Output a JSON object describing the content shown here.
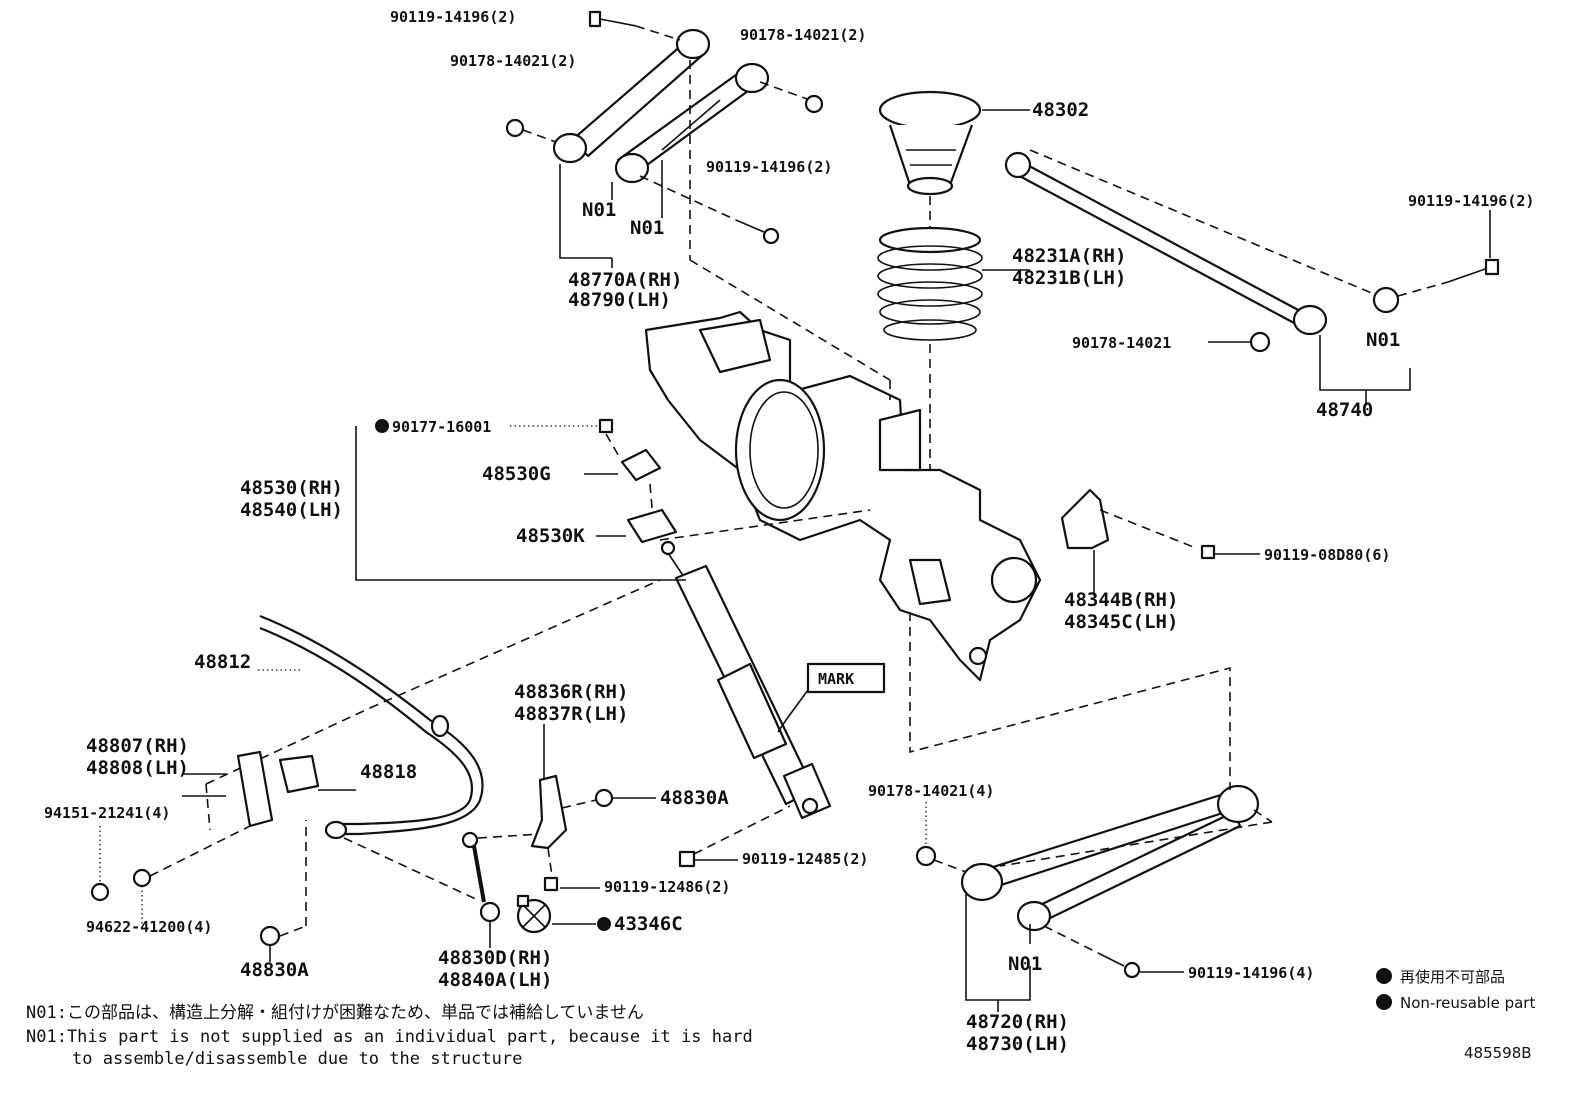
{
  "labels": {
    "bolt_top": "90119-14196(2)",
    "nut_top_right": "90178-14021(2)",
    "nut_top_left": "90178-14021(2)",
    "bolt_mid_upper": "90119-14196(2)",
    "n01_a": "N01",
    "n01_b": "N01",
    "arm_upper_rh": "48770A(RH)",
    "arm_upper_lh": "48790(LH)",
    "insulator": "48302",
    "spring_rh": "48231A(RH)",
    "spring_lh": "48231B(LH)",
    "bolt_right": "90119-14196(2)",
    "nut_right": "90178-14021",
    "n01_c": "N01",
    "lateral_rod": "48740",
    "nut_absorber": "90177-16001",
    "absorber_rh": "48530(RH)",
    "absorber_lh": "48540(LH)",
    "cushion_g": "48530G",
    "cushion_k": "48530K",
    "bolt_bracket": "90119-08D80(6)",
    "bracket_rh": "48344B(RH)",
    "bracket_lh": "48345C(LH)",
    "mark": "MARK",
    "stabilizer": "48812",
    "stab_bracket_rh": "48807(RH)",
    "stab_bracket_lh": "48808(LH)",
    "stab_bushing": "48818",
    "bolt_stab": "94151-21241(4)",
    "washer_stab": "94622-41200(4)",
    "nut_link_bottom": "48830A",
    "link_bracket_rh": "48836R(RH)",
    "link_bracket_lh": "48837R(LH)",
    "nut_link_top": "48830A",
    "bolt_absorber_lower": "90119-12485(2)",
    "bolt_link_bracket": "90119-12486(2)",
    "sensor": "43346C",
    "link_rh": "48830D(RH)",
    "link_lh": "48840A(LH)",
    "nut_lower_arm": "90178-14021(4)",
    "n01_d": "N01",
    "bolt_lower_arm": "90119-14196(4)",
    "arm_lower_rh": "48720(RH)",
    "arm_lower_lh": "48730(LH)"
  },
  "notes": {
    "jp": "N01:この部品は、構造上分解・組付けが困難なため、単品では補給していません",
    "en_line1": "N01:This part is not supplied as an individual part, because it is hard",
    "en_line2": "to assemble/disassemble due to the structure"
  },
  "legend": {
    "jp": "再使用不可部品",
    "en": "Non-reusable part"
  },
  "figure_id": "485598B"
}
